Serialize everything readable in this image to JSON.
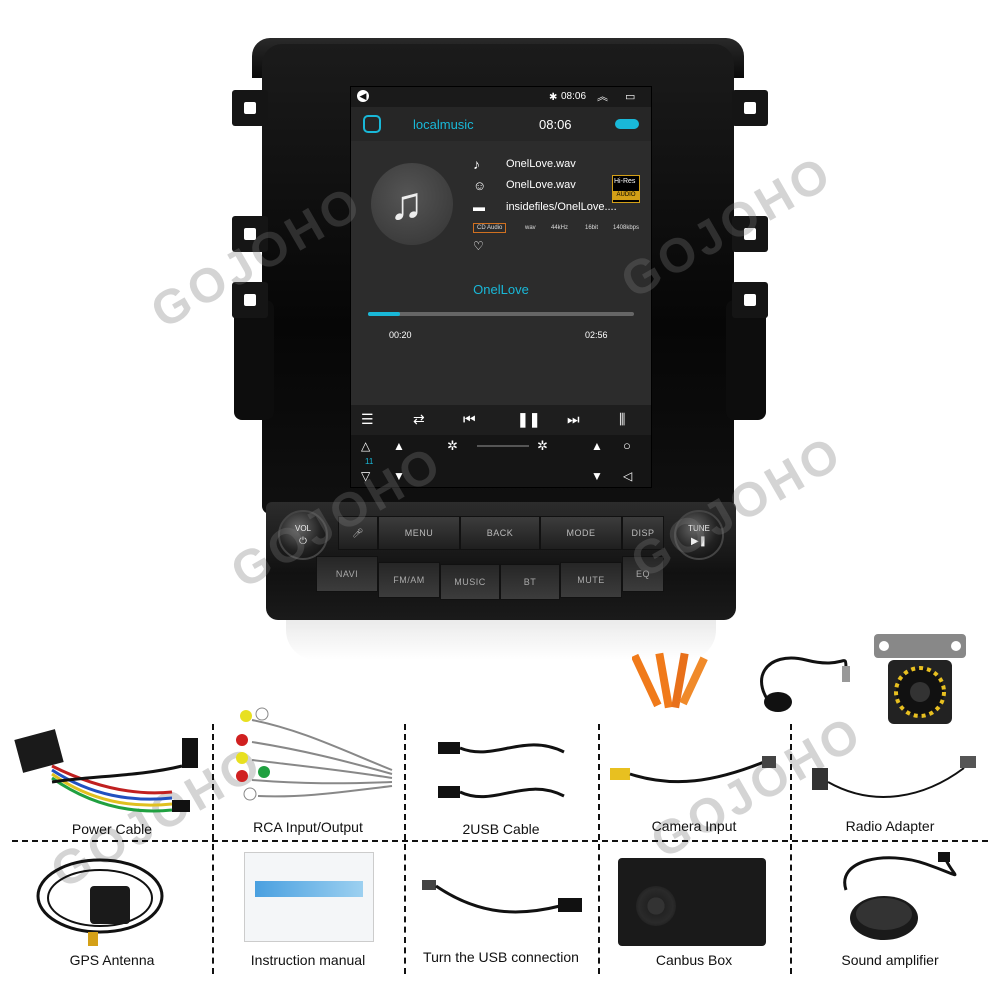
{
  "watermarks": [
    "GOJOHO",
    "GOJOHO",
    "GOJOHO",
    "GOJOHO",
    "GOJOHO",
    "GOJOHO"
  ],
  "screen": {
    "status_time": "08:06",
    "app_title": "localmusic",
    "header_time": "08:06",
    "track_title": "OnelLove.wav",
    "artist": "OnelLove.wav",
    "path": "insidefiles/OnelLove....",
    "hires_top": "Hi-Res",
    "hires_bottom": "AUDIO",
    "tags": [
      "CD Audio",
      "wav",
      "44kHz",
      "16bit",
      "1408kbps"
    ],
    "now_playing": "OnelLove",
    "elapsed": "00:20",
    "duration": "02:56",
    "progress": 0.12,
    "temp_left": "11",
    "colors": {
      "accent": "#19b8d8",
      "screen_bg": "#2c2c2c"
    }
  },
  "panel": {
    "vol_label": "VOL",
    "tune_label": "TUNE",
    "top_buttons": [
      "MENU",
      "BACK",
      "MODE",
      "DISP"
    ],
    "bottom_buttons": [
      "NAVI",
      "FM/AM",
      "MUSIC",
      "BT",
      "MUTE",
      "EQ"
    ]
  },
  "accessories": {
    "row1": [
      "Power Cable",
      "RCA Input/Output",
      "2USB  Cable",
      "Camera  Input",
      "Radio Adapter"
    ],
    "row2": [
      "GPS Antenna",
      "Instruction manual",
      "Turn the USB connection",
      "Canbus Box",
      "Sound amplifier"
    ]
  }
}
